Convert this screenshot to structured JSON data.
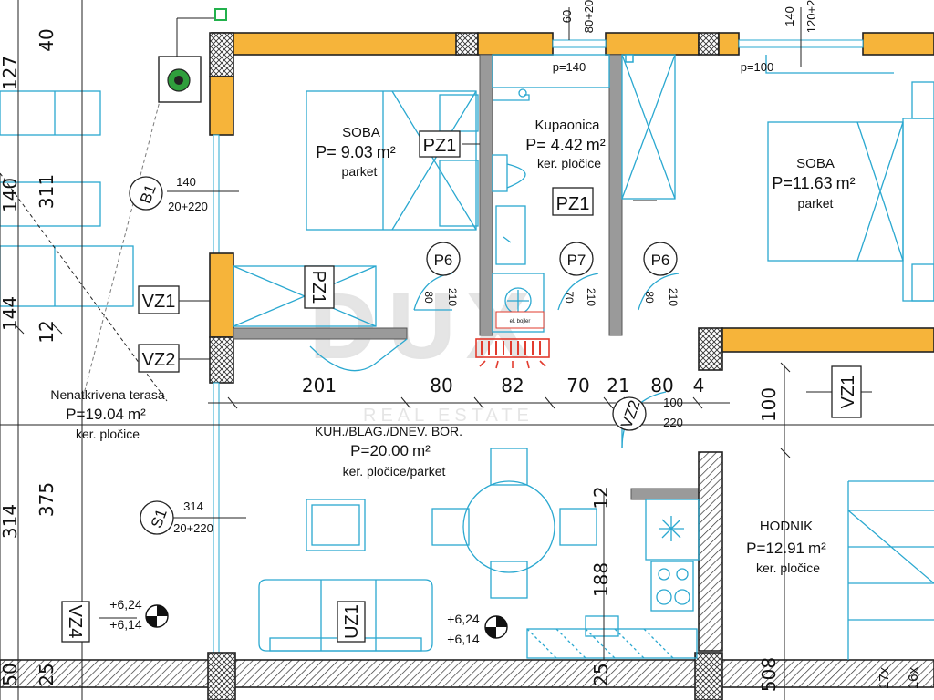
{
  "rooms": {
    "soba1": {
      "name": "SOBA",
      "area": "P= 9.03",
      "unit": "m²",
      "floor": "parket"
    },
    "kupaonica": {
      "name": "Kupaonica",
      "area": "P= 4.42",
      "unit": "m²",
      "floor": "ker. pločice"
    },
    "soba2": {
      "name": "SOBA",
      "area": "P=11.63",
      "unit": "m²",
      "floor": "parket"
    },
    "terasa": {
      "name": "Nenatkrivena terasa",
      "area": "P=19.04",
      "unit": "m²",
      "floor": "ker. pločice"
    },
    "kuhinja": {
      "name": "KUH./BLAG./DNEV. BOR.",
      "area": "P=20.00",
      "unit": "m²",
      "floor": "ker. pločice/parket"
    },
    "hodnik": {
      "name": "HODNIK",
      "area": "P=12.91",
      "unit": "m²",
      "floor": "ker. pločice"
    }
  },
  "tags": {
    "pz1_a": "PZ1",
    "pz1_b": "PZ1",
    "pz1_c": "PZ1",
    "vz1_a": "VZ1",
    "vz2": "VZ2",
    "vz1_b": "VZ1",
    "vz2_b": "VZ2",
    "vz4": "VZ4",
    "uz1": "UZ1",
    "p6_a": "P6",
    "p7": "P7",
    "p6_b": "P6",
    "b1": "B1",
    "s1": "S1"
  },
  "labels": {
    "p140": "p=140",
    "p100": "p=100",
    "b1_dims": [
      "140",
      "20+220"
    ],
    "s1_dims": [
      "314",
      "20+220"
    ],
    "vz_dims": [
      "100",
      "220"
    ],
    "door_dims": [
      [
        "80",
        "210"
      ],
      [
        "70",
        "210"
      ],
      [
        "80",
        "210"
      ]
    ],
    "top_dims": [
      "60",
      "80+20",
      "140",
      "120+2"
    ],
    "elev1": [
      "+6,24",
      "+6,14"
    ],
    "elev2": [
      "+6,24",
      "+6,14"
    ],
    "boiler": "el. bojler",
    "stairs": [
      "16x",
      "17x"
    ]
  },
  "dims": {
    "horizontal": [
      "201",
      "80",
      "82",
      "70",
      "21",
      "80",
      "4"
    ],
    "left_col1": [
      "127",
      "140",
      "144",
      "314",
      "50"
    ],
    "left_col2": [
      "40",
      "311",
      "12",
      "375",
      "25"
    ],
    "right_col": [
      "100",
      "508"
    ],
    "kitchen": [
      "12",
      "188",
      "25"
    ]
  },
  "watermark": {
    "brand": "DUX",
    "sub": "REAL ESTATE"
  },
  "colors": {
    "wall_fill": "#f6b43a",
    "line_cyan": "#2aa8d0",
    "grey": "#9a9a9a",
    "heater": "#e23b2e",
    "wall_line": "#222222"
  }
}
